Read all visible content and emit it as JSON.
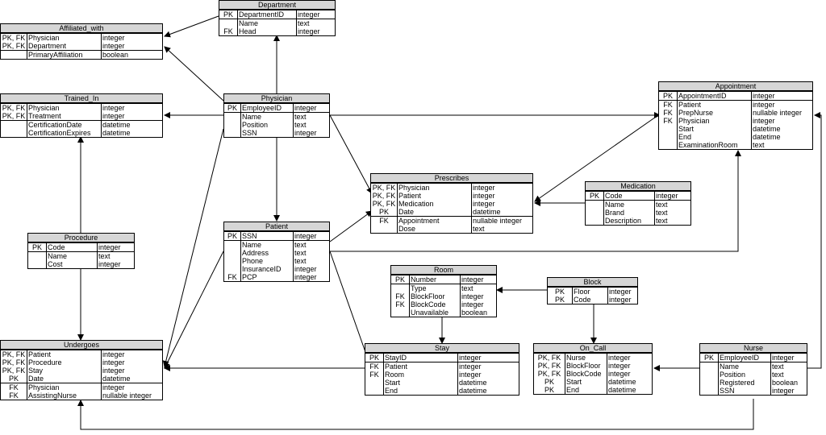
{
  "diagram": {
    "entities": [
      {
        "id": "department",
        "title": "Department",
        "sections": [
          [
            [
              "PK",
              "DepartmentID",
              "integer"
            ]
          ],
          [
            [
              "",
              "Name",
              "text"
            ],
            [
              "FK",
              "Head",
              "integer"
            ]
          ]
        ]
      },
      {
        "id": "affiliated_with",
        "title": "Affiliated_with",
        "sections": [
          [
            [
              "PK, FK",
              "Physician",
              "integer"
            ],
            [
              "PK, FK",
              "Department",
              "integer"
            ]
          ],
          [
            [
              "",
              "PrimaryAffiliation",
              "boolean"
            ]
          ]
        ]
      },
      {
        "id": "trained_in",
        "title": "Trained_In",
        "sections": [
          [
            [
              "PK, FK",
              "Physician",
              "integer"
            ],
            [
              "PK, FK",
              "Treatment",
              "integer"
            ]
          ],
          [
            [
              "",
              "CertificationDate",
              "datetime"
            ],
            [
              "",
              "CertificationExpires",
              "datetime"
            ]
          ]
        ]
      },
      {
        "id": "physician",
        "title": "Physician",
        "sections": [
          [
            [
              "PK",
              "EmployeeID",
              "integer"
            ]
          ],
          [
            [
              "",
              "Name",
              "text"
            ],
            [
              "",
              "Position",
              "text"
            ],
            [
              "",
              "SSN",
              "integer"
            ]
          ]
        ]
      },
      {
        "id": "appointment",
        "title": "Appointment",
        "sections": [
          [
            [
              "PK",
              "AppointmentID",
              "integer"
            ]
          ],
          [
            [
              "FK",
              "Patient",
              "integer"
            ],
            [
              "FK",
              "PrepNurse",
              "nullable integer"
            ],
            [
              "FK",
              "Physician",
              "integer"
            ],
            [
              "",
              "Start",
              "datetime"
            ],
            [
              "",
              "End",
              "datetime"
            ],
            [
              "",
              "ExaminationRoom",
              "text"
            ]
          ]
        ]
      },
      {
        "id": "prescribes",
        "title": "Prescribes",
        "sections": [
          [
            [
              "PK, FK",
              "Physician",
              "integer"
            ],
            [
              "PK, FK",
              "Patient",
              "integer"
            ],
            [
              "PK, FK",
              "Medication",
              "integer"
            ],
            [
              "PK",
              "Date",
              "datetime"
            ]
          ],
          [
            [
              "FK",
              "Appointment",
              "nullable integer"
            ],
            [
              "",
              "Dose",
              "text"
            ]
          ]
        ]
      },
      {
        "id": "medication",
        "title": "Medication",
        "sections": [
          [
            [
              "PK",
              "Code",
              "integer"
            ]
          ],
          [
            [
              "",
              "Name",
              "text"
            ],
            [
              "",
              "Brand",
              "text"
            ],
            [
              "",
              "Description",
              "text"
            ]
          ]
        ]
      },
      {
        "id": "procedure",
        "title": "Procedure",
        "sections": [
          [
            [
              "PK",
              "Code",
              "integer"
            ]
          ],
          [
            [
              "",
              "Name",
              "text"
            ],
            [
              "",
              "Cost",
              "integer"
            ]
          ]
        ]
      },
      {
        "id": "patient",
        "title": "Patient",
        "sections": [
          [
            [
              "PK",
              "SSN",
              "integer"
            ]
          ],
          [
            [
              "",
              "Name",
              "text"
            ],
            [
              "",
              "Address",
              "text"
            ],
            [
              "",
              "Phone",
              "text"
            ],
            [
              "",
              "InsuranceID",
              "integer"
            ],
            [
              "FK",
              "PCP",
              "integer"
            ]
          ]
        ]
      },
      {
        "id": "room",
        "title": "Room",
        "sections": [
          [
            [
              "PK",
              "Number",
              "integer"
            ]
          ],
          [
            [
              "",
              "Type",
              "text"
            ],
            [
              "FK",
              "BlockFloor",
              "integer"
            ],
            [
              "FK",
              "BlockCode",
              "integer"
            ],
            [
              "",
              "Unavailable",
              "boolean"
            ]
          ]
        ]
      },
      {
        "id": "block",
        "title": "Block",
        "sections": [
          [
            [
              "PK",
              "Floor",
              "integer"
            ],
            [
              "PK",
              "Code",
              "integer"
            ]
          ]
        ]
      },
      {
        "id": "undergoes",
        "title": "Undergoes",
        "sections": [
          [
            [
              "PK, FK",
              "Patient",
              "integer"
            ],
            [
              "PK, FK",
              "Procedure",
              "integer"
            ],
            [
              "PK, FK",
              "Stay",
              "integer"
            ],
            [
              "PK",
              "Date",
              "datetime"
            ]
          ],
          [
            [
              "FK",
              "Physician",
              "integer"
            ],
            [
              "FK",
              "AssistingNurse",
              "nullable integer"
            ]
          ]
        ]
      },
      {
        "id": "stay",
        "title": "Stay",
        "sections": [
          [
            [
              "PK",
              "StayID",
              "integer"
            ]
          ],
          [
            [
              "FK",
              "Patient",
              "integer"
            ],
            [
              "FK",
              "Room",
              "integer"
            ],
            [
              "",
              "Start",
              "datetime"
            ],
            [
              "",
              "End",
              "datetime"
            ]
          ]
        ]
      },
      {
        "id": "on_call",
        "title": "On_Call",
        "sections": [
          [
            [
              "PK, FK",
              "Nurse",
              "integer"
            ],
            [
              "PK, FK",
              "BlockFloor",
              "integer"
            ],
            [
              "PK, FK",
              "BlockCode",
              "integer"
            ],
            [
              "PK",
              "Start",
              "datetime"
            ],
            [
              "PK",
              "End",
              "datetime"
            ]
          ]
        ]
      },
      {
        "id": "nurse",
        "title": "Nurse",
        "sections": [
          [
            [
              "PK",
              "EmployeeID",
              "integer"
            ]
          ],
          [
            [
              "",
              "Name",
              "text"
            ],
            [
              "",
              "Position",
              "text"
            ],
            [
              "",
              "Registered",
              "boolean"
            ],
            [
              "",
              "SSN",
              "integer"
            ]
          ]
        ]
      }
    ],
    "relationships": [
      {
        "from": "physician",
        "to": "department"
      },
      {
        "from": "department",
        "to": "affiliated_with"
      },
      {
        "from": "physician",
        "to": "affiliated_with"
      },
      {
        "from": "physician",
        "to": "trained_in"
      },
      {
        "from": "procedure",
        "to": "trained_in"
      },
      {
        "from": "physician",
        "to": "patient"
      },
      {
        "from": "physician",
        "to": "prescribes"
      },
      {
        "from": "physician",
        "to": "appointment"
      },
      {
        "from": "physician",
        "to": "undergoes"
      },
      {
        "from": "patient",
        "to": "prescribes"
      },
      {
        "from": "patient",
        "to": "appointment"
      },
      {
        "from": "patient",
        "to": "stay"
      },
      {
        "from": "patient",
        "to": "undergoes"
      },
      {
        "from": "appointment",
        "to": "prescribes"
      },
      {
        "from": "medication",
        "to": "prescribes"
      },
      {
        "from": "procedure",
        "to": "undergoes"
      },
      {
        "from": "block",
        "to": "room"
      },
      {
        "from": "block",
        "to": "on_call"
      },
      {
        "from": "room",
        "to": "stay"
      },
      {
        "from": "stay",
        "to": "undergoes"
      },
      {
        "from": "nurse",
        "to": "on_call"
      },
      {
        "from": "nurse",
        "to": "appointment"
      },
      {
        "from": "nurse",
        "to": "undergoes"
      }
    ]
  }
}
